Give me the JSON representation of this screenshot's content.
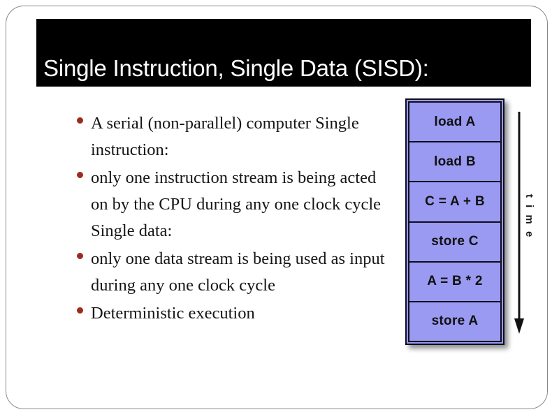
{
  "slide": {
    "title": "Single Instruction, Single Data (SISD):",
    "background_color": "#ffffff",
    "title_bar_color": "#000000",
    "title_text_color": "#ffffff",
    "frame_color": "#8a8a8a"
  },
  "body": {
    "bullet_color": "#9c2b1e",
    "text_color": "#161616",
    "bullets": [
      {
        "text": "A serial (non-parallel) computer Single instruction:"
      },
      {
        "text": "only one instruction stream is being acted on by the CPU during any one clock cycle Single data:"
      },
      {
        "text": "only one data stream is being used as input during any one clock cycle"
      },
      {
        "text": "Deterministic execution"
      }
    ]
  },
  "diagram": {
    "fill_color": "#9a9af2",
    "border_color": "#0d0d1e",
    "boxes": [
      {
        "label": "load A"
      },
      {
        "label": "load B"
      },
      {
        "label": "C = A + B"
      },
      {
        "label": "store C"
      },
      {
        "label": "A = B * 2"
      },
      {
        "label": "store A"
      }
    ],
    "axis": {
      "label": "t i m e",
      "direction": "down",
      "color": "#1a1a1a"
    }
  }
}
